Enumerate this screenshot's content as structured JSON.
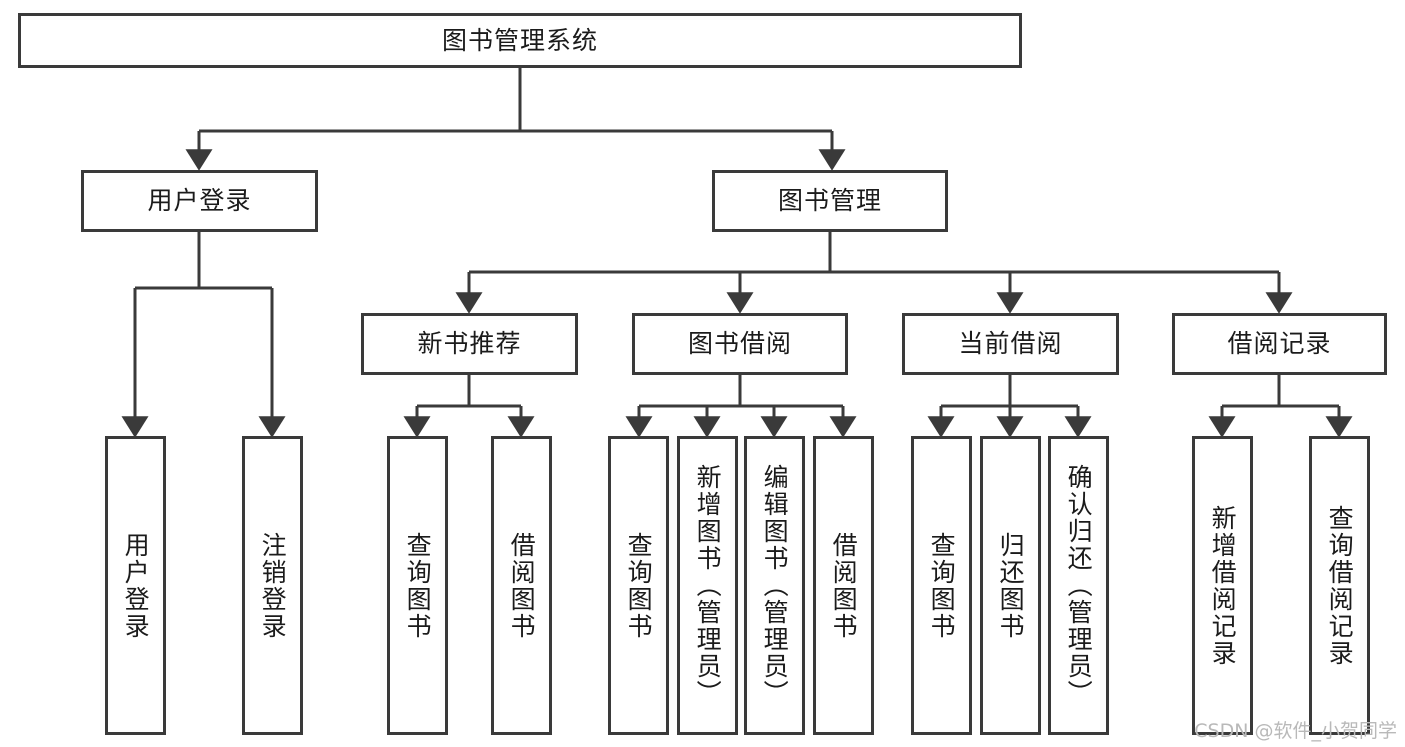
{
  "diagram": {
    "title": "图书管理系统",
    "type": "tree",
    "watermark": "CSDN @软件_小贺同学",
    "stroke_color": "#3a3a3a",
    "text_color": "#1b1b1b",
    "background": "#ffffff",
    "nodes": {
      "root": {
        "label": "图书管理系统",
        "level": 1
      },
      "l2": [
        {
          "id": "user-login",
          "label": "用户登录",
          "level": 2
        },
        {
          "id": "book-manage",
          "label": "图书管理",
          "level": 2
        }
      ],
      "l3": [
        {
          "id": "new-book-rec",
          "label": "新书推荐",
          "level": 3,
          "parent": "book-manage"
        },
        {
          "id": "book-borrow",
          "label": "图书借阅",
          "level": 3,
          "parent": "book-manage"
        },
        {
          "id": "current-borrow",
          "label": "当前借阅",
          "level": 3,
          "parent": "book-manage"
        },
        {
          "id": "borrow-record",
          "label": "借阅记录",
          "level": 3,
          "parent": "book-manage"
        }
      ],
      "leaves": {
        "user-login": [
          {
            "id": "leaf-user-login",
            "label": "用户登录"
          },
          {
            "id": "leaf-logout",
            "label": "注销登录"
          }
        ],
        "new-book-rec": [
          {
            "id": "leaf-query-book-1",
            "label": "查询图书"
          },
          {
            "id": "leaf-borrow-book-1",
            "label": "借阅图书"
          }
        ],
        "book-borrow": [
          {
            "id": "leaf-query-book-2",
            "label": "查询图书"
          },
          {
            "id": "leaf-add-book",
            "label": "新增图书（管理员）"
          },
          {
            "id": "leaf-edit-book",
            "label": "编辑图书（管理员）"
          },
          {
            "id": "leaf-borrow-book-2",
            "label": "借阅图书"
          }
        ],
        "current-borrow": [
          {
            "id": "leaf-query-book-3",
            "label": "查询图书"
          },
          {
            "id": "leaf-return-book",
            "label": "归还图书"
          },
          {
            "id": "leaf-confirm-return",
            "label": "确认归还（管理员）"
          }
        ],
        "borrow-record": [
          {
            "id": "leaf-add-record",
            "label": "新增借阅记录"
          },
          {
            "id": "leaf-query-record",
            "label": "查询借阅记录"
          }
        ]
      }
    }
  }
}
